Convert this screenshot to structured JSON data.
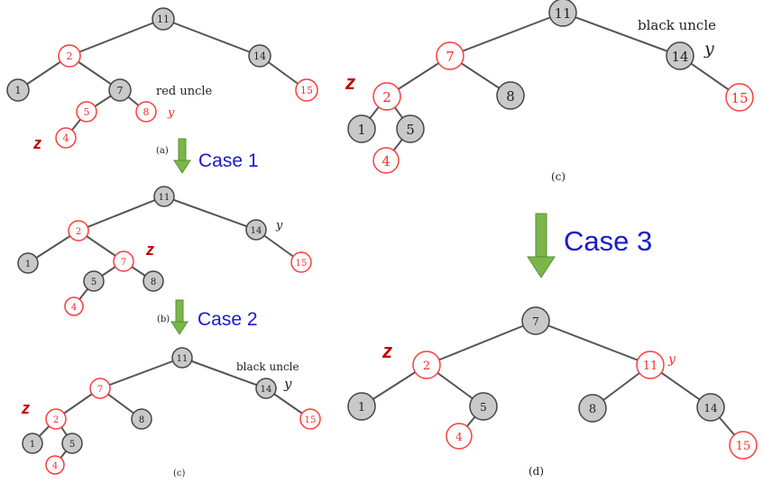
{
  "colors": {
    "black_node": "#c9c9c9",
    "red_node": "#ff3b3b",
    "arrow": "#7ab648",
    "case_text": "#1a1acc",
    "z_text": "#c00000"
  },
  "case_labels": {
    "case1": "Case 1",
    "case2": "Case 2",
    "case3": "Case 3"
  },
  "panel_labels": {
    "a": "(a)",
    "b": "(b)",
    "c_small": "(c)",
    "c_large": "(c)",
    "d": "(d)"
  },
  "annotations": {
    "red_uncle": "red uncle",
    "black_uncle_small": "black uncle",
    "black_uncle_large": "black uncle",
    "z": "z",
    "y": "y"
  },
  "trees": [
    {
      "id": "a",
      "nodes": [
        {
          "id": "n11",
          "key": "11",
          "color": "black"
        },
        {
          "id": "n2",
          "key": "2",
          "color": "red"
        },
        {
          "id": "n14",
          "key": "14",
          "color": "black"
        },
        {
          "id": "n1",
          "key": "1",
          "color": "black"
        },
        {
          "id": "n7",
          "key": "7",
          "color": "black"
        },
        {
          "id": "n15",
          "key": "15",
          "color": "red"
        },
        {
          "id": "n5",
          "key": "5",
          "color": "red"
        },
        {
          "id": "n8",
          "key": "8",
          "color": "red"
        },
        {
          "id": "n4",
          "key": "4",
          "color": "red"
        }
      ]
    },
    {
      "id": "b",
      "nodes": [
        {
          "id": "n11",
          "key": "11",
          "color": "black"
        },
        {
          "id": "n2",
          "key": "2",
          "color": "red"
        },
        {
          "id": "n14",
          "key": "14",
          "color": "black"
        },
        {
          "id": "n1",
          "key": "1",
          "color": "black"
        },
        {
          "id": "n7",
          "key": "7",
          "color": "red"
        },
        {
          "id": "n15",
          "key": "15",
          "color": "red"
        },
        {
          "id": "n5",
          "key": "5",
          "color": "black"
        },
        {
          "id": "n8",
          "key": "8",
          "color": "black"
        },
        {
          "id": "n4",
          "key": "4",
          "color": "red"
        }
      ]
    },
    {
      "id": "c_small",
      "nodes": [
        {
          "id": "n11",
          "key": "11",
          "color": "black"
        },
        {
          "id": "n7",
          "key": "7",
          "color": "red"
        },
        {
          "id": "n14",
          "key": "14",
          "color": "black"
        },
        {
          "id": "n2",
          "key": "2",
          "color": "red"
        },
        {
          "id": "n8",
          "key": "8",
          "color": "black"
        },
        {
          "id": "n15",
          "key": "15",
          "color": "red"
        },
        {
          "id": "n1",
          "key": "1",
          "color": "black"
        },
        {
          "id": "n5",
          "key": "5",
          "color": "black"
        },
        {
          "id": "n4",
          "key": "4",
          "color": "red"
        }
      ]
    },
    {
      "id": "c_large",
      "nodes": [
        {
          "id": "n11",
          "key": "11",
          "color": "black"
        },
        {
          "id": "n7",
          "key": "7",
          "color": "red"
        },
        {
          "id": "n14",
          "key": "14",
          "color": "black"
        },
        {
          "id": "n2",
          "key": "2",
          "color": "red"
        },
        {
          "id": "n8",
          "key": "8",
          "color": "black"
        },
        {
          "id": "n15",
          "key": "15",
          "color": "red"
        },
        {
          "id": "n1",
          "key": "1",
          "color": "black"
        },
        {
          "id": "n5",
          "key": "5",
          "color": "black"
        },
        {
          "id": "n4",
          "key": "4",
          "color": "red"
        }
      ]
    },
    {
      "id": "d",
      "nodes": [
        {
          "id": "n7",
          "key": "7",
          "color": "black"
        },
        {
          "id": "n2",
          "key": "2",
          "color": "red"
        },
        {
          "id": "n11",
          "key": "11",
          "color": "red"
        },
        {
          "id": "n1",
          "key": "1",
          "color": "black"
        },
        {
          "id": "n5",
          "key": "5",
          "color": "black"
        },
        {
          "id": "n8",
          "key": "8",
          "color": "black"
        },
        {
          "id": "n14",
          "key": "14",
          "color": "black"
        },
        {
          "id": "n4",
          "key": "4",
          "color": "red"
        },
        {
          "id": "n15",
          "key": "15",
          "color": "red"
        }
      ]
    }
  ]
}
